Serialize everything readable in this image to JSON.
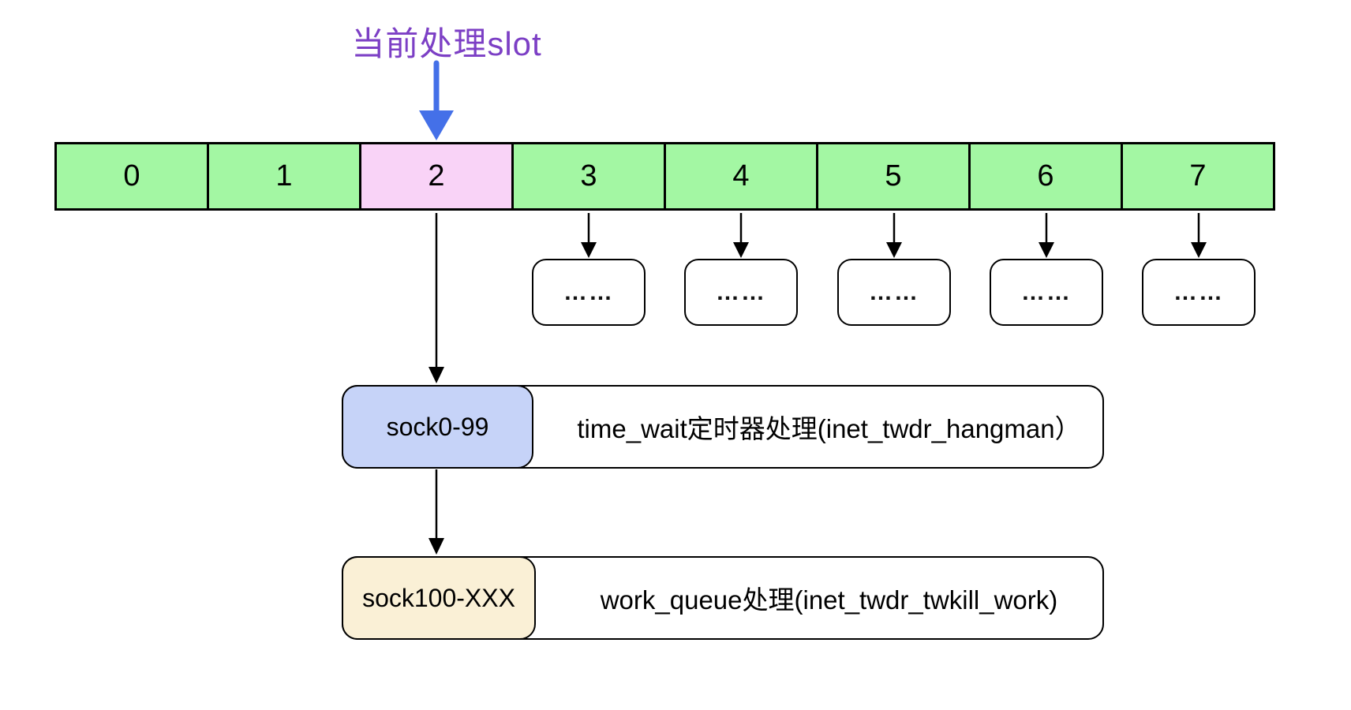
{
  "title": {
    "text": "当前处理slot",
    "color": "#7C3FC5"
  },
  "pointer_arrow": {
    "name": "current-slot-pointer",
    "color": "#4470E8"
  },
  "slot_row": {
    "normal_color": "#A3F7A3",
    "current_color": "#F9D3F7",
    "current_index": 2,
    "cells": [
      {
        "label": "0"
      },
      {
        "label": "1"
      },
      {
        "label": "2"
      },
      {
        "label": "3"
      },
      {
        "label": "4"
      },
      {
        "label": "5"
      },
      {
        "label": "6"
      },
      {
        "label": "7"
      }
    ]
  },
  "overflow_boxes": {
    "dots": "……",
    "slots_covered": [
      "3",
      "4",
      "5",
      "6",
      "7"
    ]
  },
  "stage1": {
    "tag": "sock0-99",
    "tag_color": "#C6D3F8",
    "description": "time_wait定时器处理(inet_twdr_hangman）"
  },
  "stage2": {
    "tag": "sock100-XXX",
    "tag_color": "#FAF0D6",
    "description": "work_queue处理(inet_twdr_twkill_work)"
  }
}
